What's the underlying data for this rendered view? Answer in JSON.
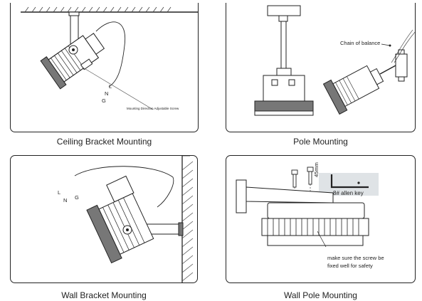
{
  "panels": {
    "ceiling": {
      "caption": "Ceiling Bracket Mounting",
      "wire_labels": [
        "L",
        "N",
        "G"
      ],
      "note": "Mounting Direction Adjustable Screw"
    },
    "pole": {
      "caption": "Pole Mounting",
      "label": "Chain of balance"
    },
    "wall": {
      "caption": "Wall Bracket Mounting",
      "wire_labels": [
        "L",
        "N",
        "G"
      ]
    },
    "wall_pole": {
      "caption": "Wall Pole Mounting",
      "dimension": "45mm",
      "key_label": "8# allen key",
      "note_lines": [
        "make sure the screw be",
        "fixed well for safety"
      ]
    }
  }
}
